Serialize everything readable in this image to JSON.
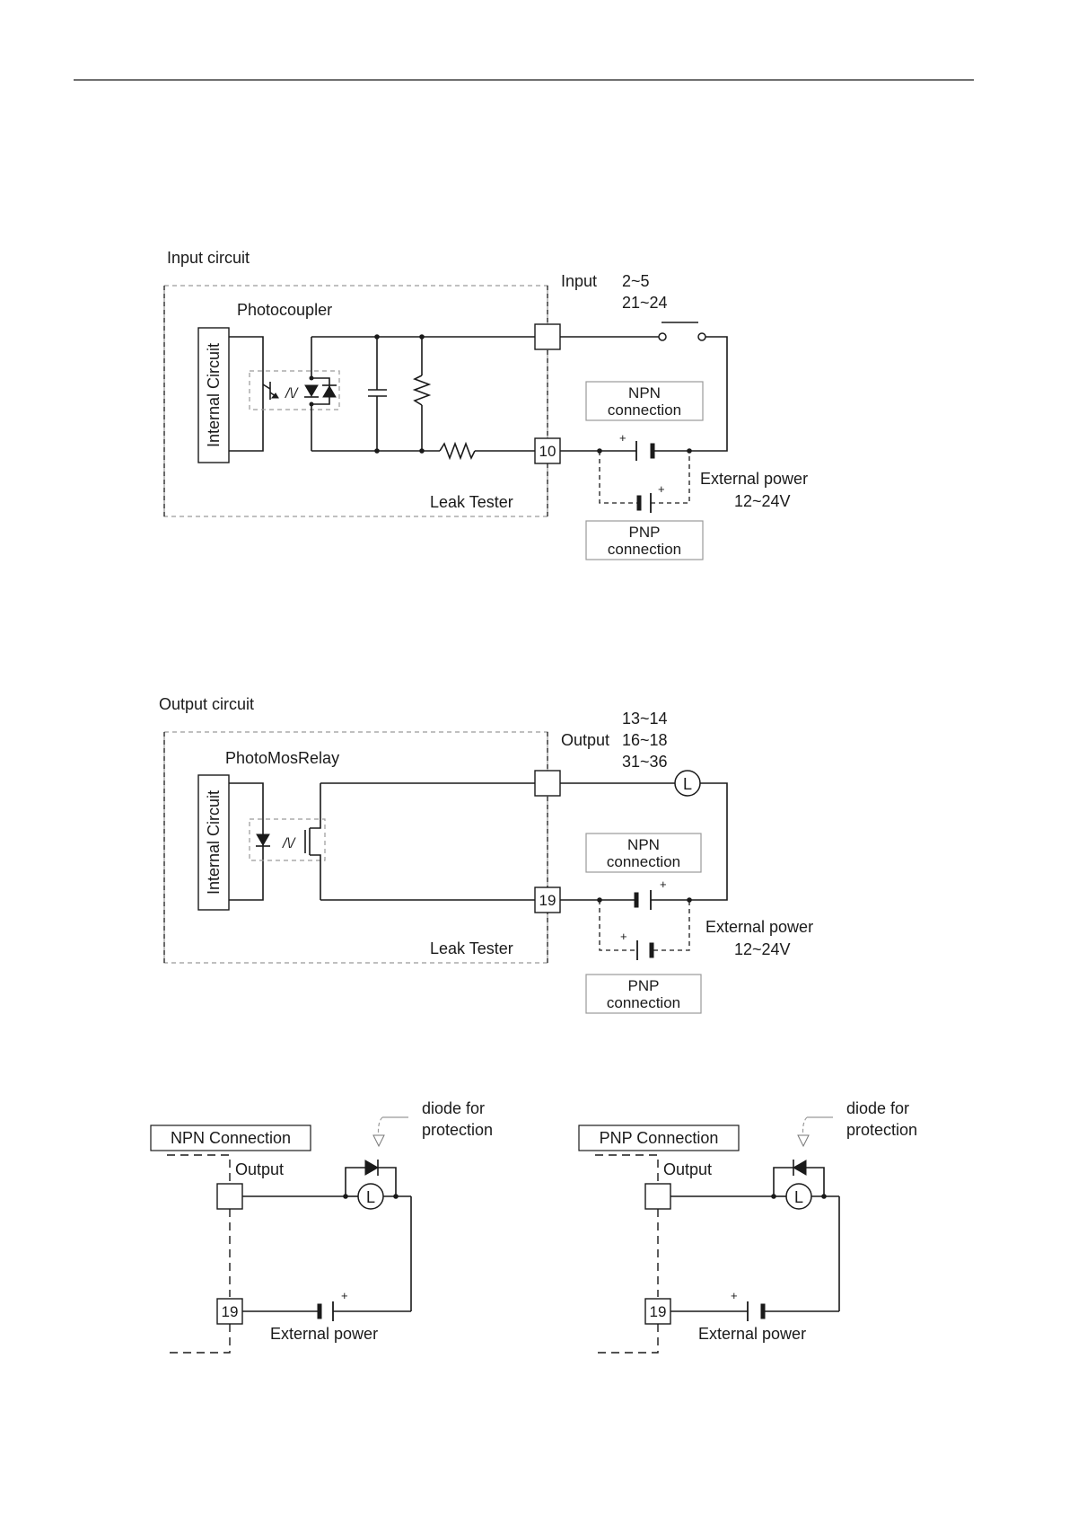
{
  "input_circuit": {
    "title": "Input circuit",
    "photocoupler": "Photocoupler",
    "internal_circuit": "Internal Circuit",
    "input_label": "Input",
    "input_range_1": "2~5",
    "input_range_2": "21~24",
    "terminal": "10",
    "npn_line1": "NPN",
    "npn_line2": "connection",
    "pnp_line1": "PNP",
    "pnp_line2": "connection",
    "device": "Leak Tester",
    "ext_power": "External power",
    "voltage": "12~24V",
    "plus": "+"
  },
  "output_circuit": {
    "title": "Output circuit",
    "relay": "PhotoMosRelay",
    "internal_circuit": "Internal Circuit",
    "output_label": "Output",
    "range_1": "13~14",
    "range_2": "16~18",
    "range_3": "31~36",
    "terminal": "19",
    "load": "L",
    "npn_line1": "NPN",
    "npn_line2": "connection",
    "pnp_line1": "PNP",
    "pnp_line2": "connection",
    "device": "Leak Tester",
    "ext_power": "External power",
    "voltage": "12~24V",
    "plus": "+"
  },
  "npn_example": {
    "title": "NPN Connection",
    "output_label": "Output",
    "terminal": "19",
    "load": "L",
    "diode_line1": "diode for",
    "diode_line2": "protection",
    "ext_power": "External power",
    "plus": "+"
  },
  "pnp_example": {
    "title": "PNP Connection",
    "output_label": "Output",
    "terminal": "19",
    "load": "L",
    "diode_line1": "diode for",
    "diode_line2": "protection",
    "ext_power": "External power",
    "plus": "+"
  }
}
